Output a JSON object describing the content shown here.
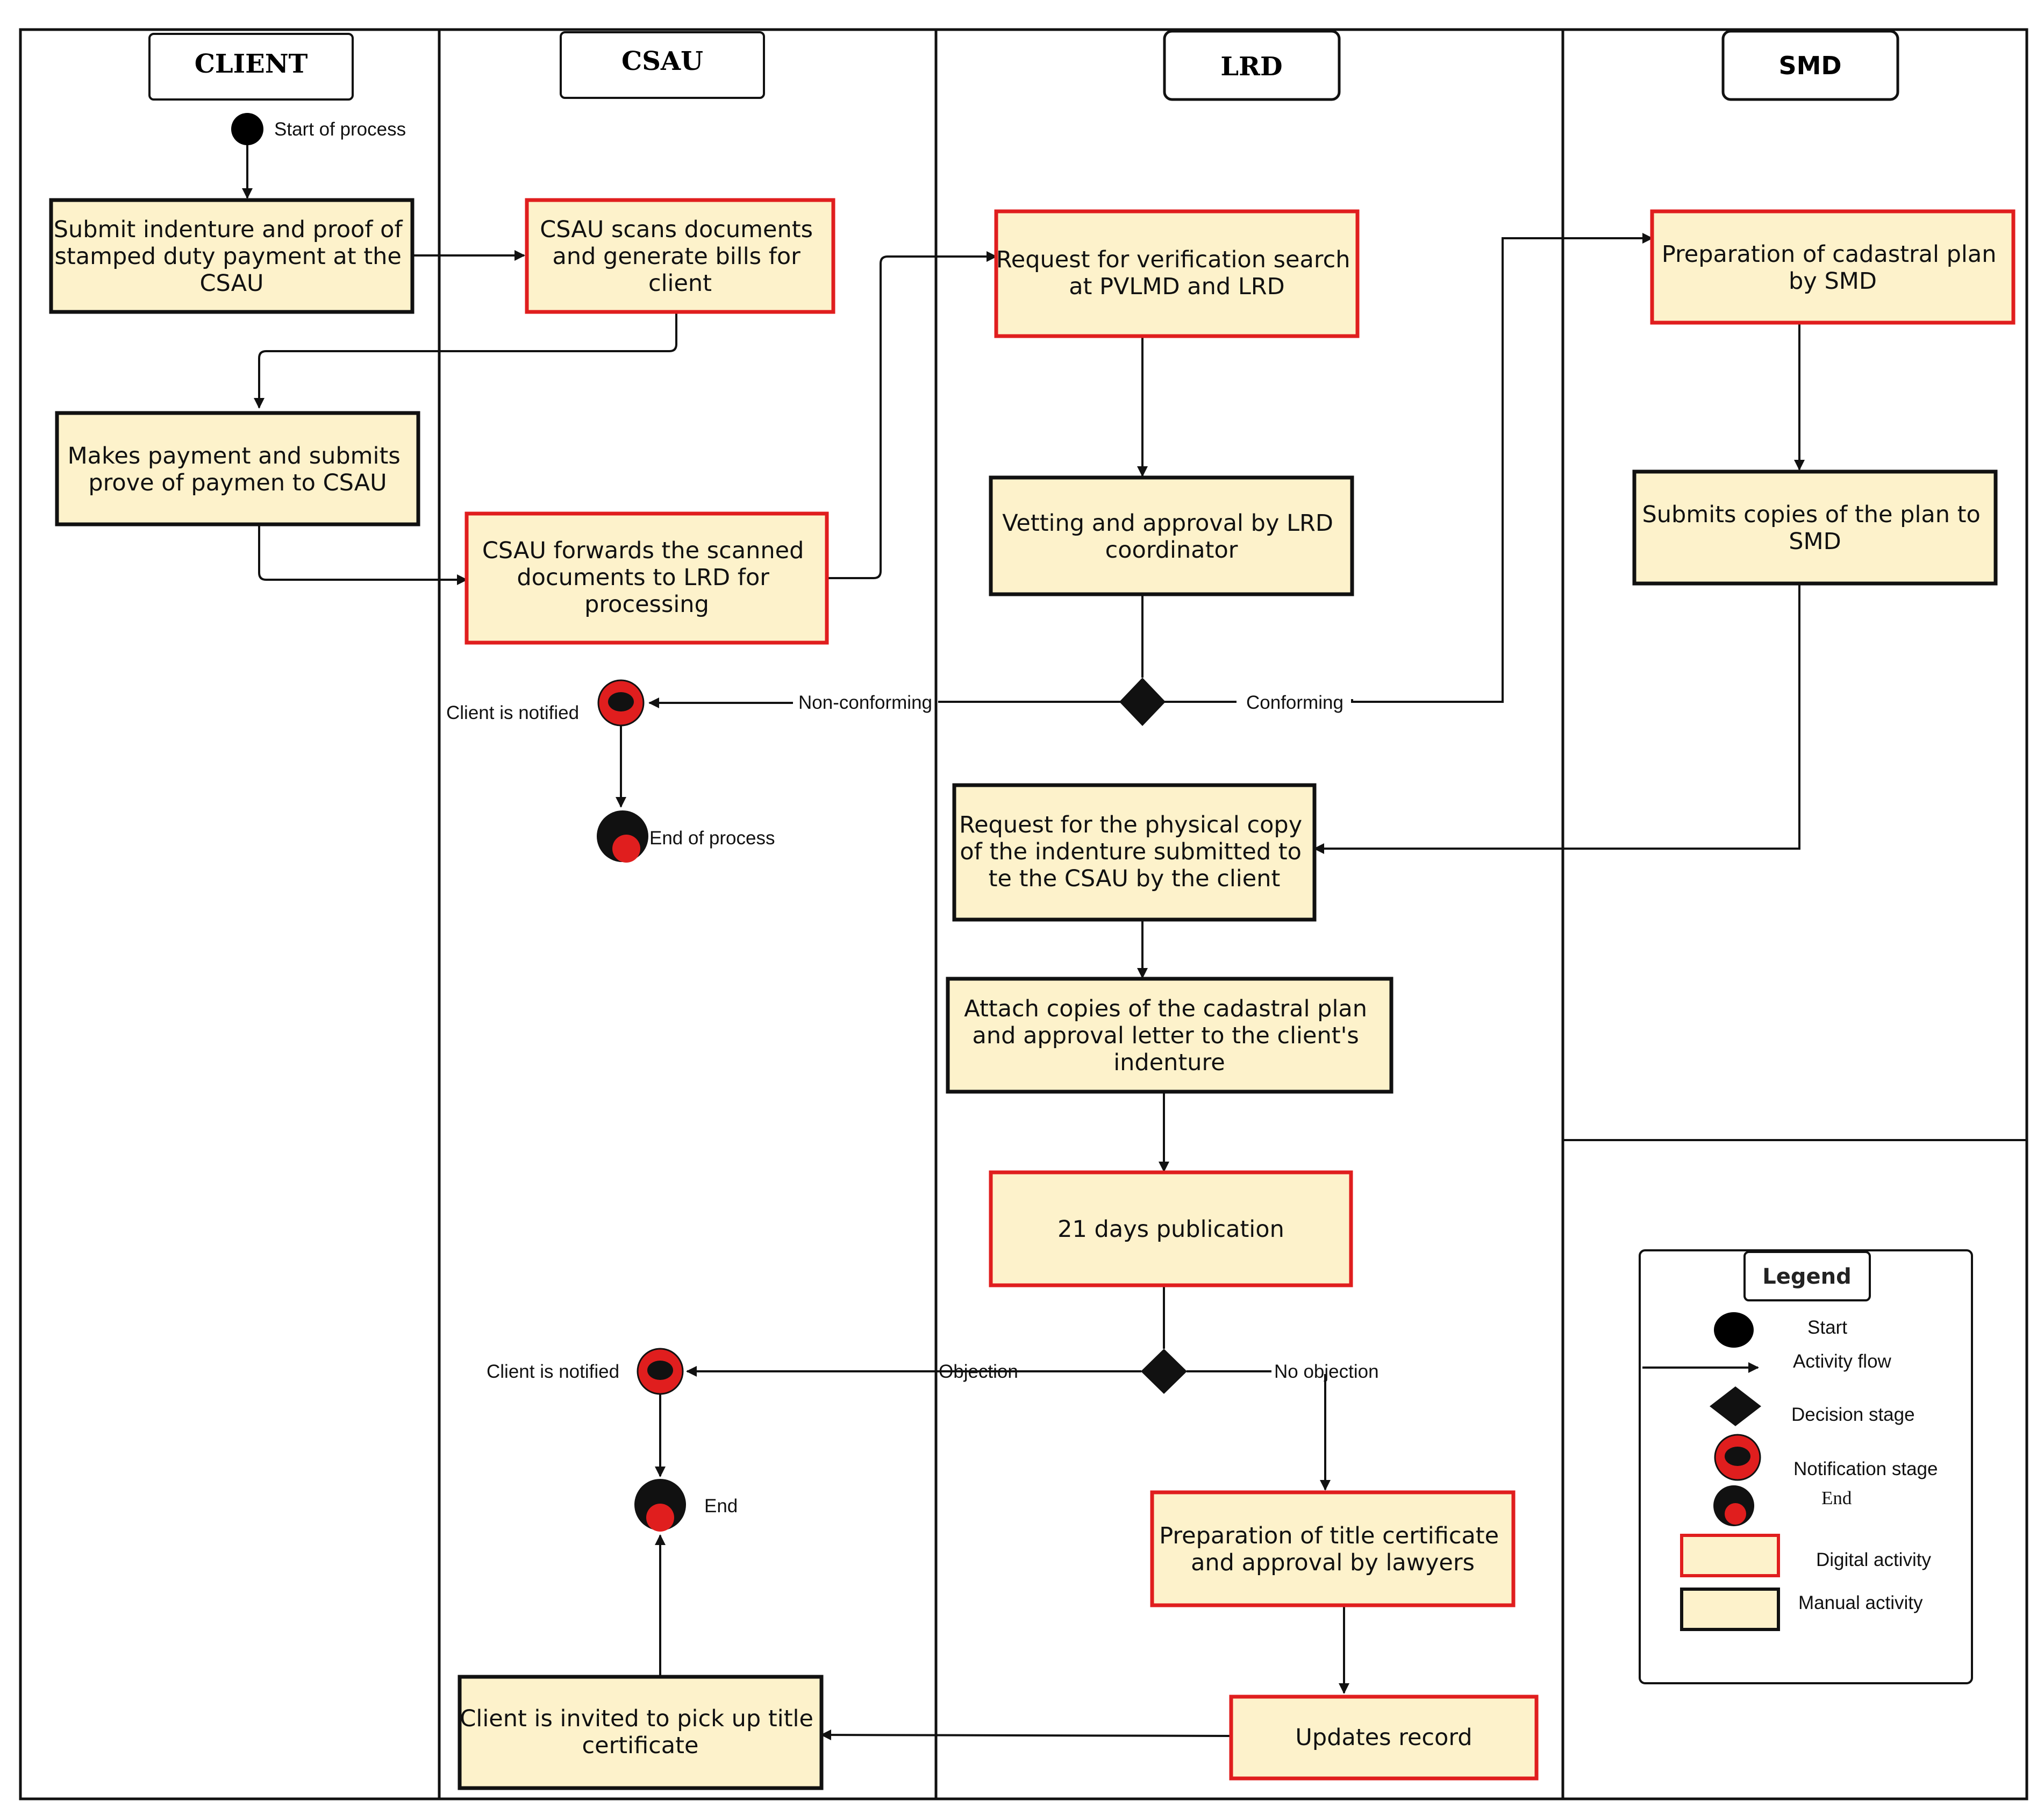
{
  "lanes": {
    "client": "CLIENT",
    "csau": "CSAU",
    "lrd": "LRD",
    "smd": "SMD"
  },
  "activities": {
    "submit_indenture": [
      "Submit indenture and proof of",
      "stamped duty payment at the",
      "CSAU"
    ],
    "scan_documents": [
      "CSAU scans documents",
      "and generate bills for",
      "client"
    ],
    "makes_payment": [
      "Makes payment and submits",
      "prove of paymen to CSAU"
    ],
    "forward_documents": [
      "CSAU forwards the scanned",
      "documents to LRD for",
      "processing"
    ],
    "verification_search": [
      "Request for verification search",
      "at PVLMD and LRD"
    ],
    "vetting_approval": [
      "Vetting and approval by LRD",
      "coordinator"
    ],
    "cadastral_plan": [
      "Preparation of cadastral plan",
      "by SMD"
    ],
    "submit_copies": [
      "Submits copies of the plan to",
      "SMD"
    ],
    "physical_copy": [
      "Request for the physical copy",
      "of the indenture submitted to",
      "te the CSAU by the client"
    ],
    "attach_copies": [
      "Attach copies of the cadastral plan",
      "and approval letter to the client's",
      "indenture"
    ],
    "publication": [
      "21 days publication"
    ],
    "title_certificate": [
      "Preparation of title certificate",
      "and approval by lawyers"
    ],
    "updates_record": [
      "Updates record"
    ],
    "pick_up": [
      "Client is invited to pick up title",
      "certificate"
    ]
  },
  "labels": {
    "start_of_process": "Start of process",
    "client_notified_1": "Client is notified",
    "end_of_process": "End of process",
    "non_conforming": "Non-conforming",
    "conforming": "Conforming",
    "client_notified_2": "Client is notified",
    "objection": "Objection",
    "no_objection": "No objection",
    "end": "End"
  },
  "legend": {
    "title": "Legend",
    "start": "Start",
    "activity_flow": "Activity flow",
    "decision_stage": "Decision stage",
    "notification_stage": "Notification stage",
    "end": "End",
    "digital_activity": "Digital activity",
    "manual_activity": "Manual activity"
  },
  "colors": {
    "box_fill": "#fdf2cb",
    "digital_border": "#e01e1e",
    "manual_border": "#111111",
    "notification_red": "#e01e1e"
  }
}
